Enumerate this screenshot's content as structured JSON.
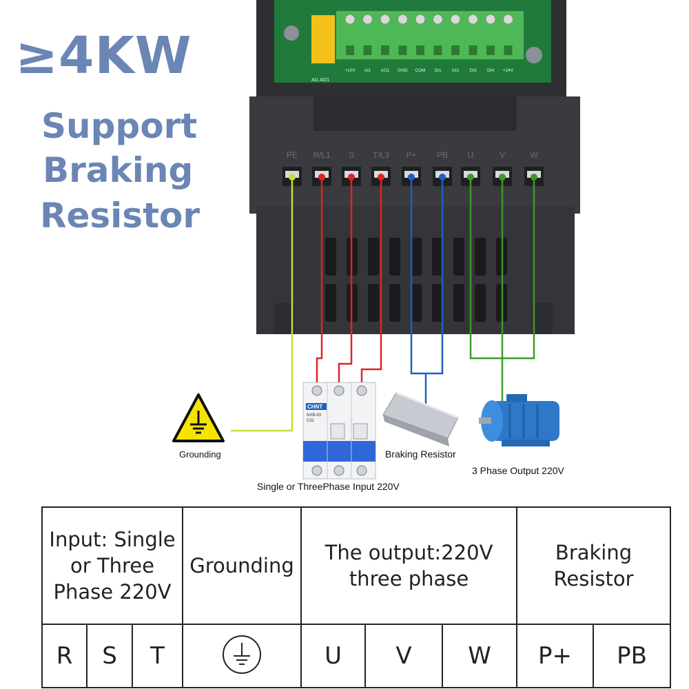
{
  "headline": {
    "power": "≥4KW",
    "line1": "Support",
    "line2": "Braking",
    "line3": "Resistor"
  },
  "device": {
    "terminal_labels": [
      "PE",
      "R/L1",
      "S",
      "T/L3",
      "P+",
      "PB",
      "U",
      "V",
      "W"
    ],
    "control_labels": [
      "+10V",
      "AI1",
      "AO1",
      "GND",
      "COM",
      "DI1",
      "DI2",
      "DI3",
      "DI4",
      "+24V"
    ],
    "switch_label": "AI1 AO1",
    "breaker_brand": "CHNT",
    "breaker_model": "NXB-63",
    "breaker_rating": "C32"
  },
  "captions": {
    "grounding": "Grounding",
    "breaker": "Single or ThreePhase Input 220V",
    "resistor": "Braking Resistor",
    "motor": "3 Phase Output 220V"
  },
  "colors": {
    "headline": "#6b86b5",
    "ground_wire": "#c8dc3c",
    "input_wire": "#e02424",
    "brake_wire": "#1f5fc0",
    "output_wire": "#3c9a2c",
    "device_body": "#3a3b3e"
  },
  "table": {
    "headers": [
      {
        "lines": [
          "Input: Single",
          "or Three",
          "Phase 220V"
        ]
      },
      {
        "lines": [
          "Grounding"
        ]
      },
      {
        "lines": [
          "The output:220V",
          "three phase"
        ]
      },
      {
        "lines": [
          "Braking",
          "Resistor"
        ]
      }
    ],
    "terminals": [
      "R",
      "S",
      "T",
      "U",
      "V",
      "W",
      "P+",
      "PB"
    ],
    "ground_symbol": "ground-icon"
  }
}
